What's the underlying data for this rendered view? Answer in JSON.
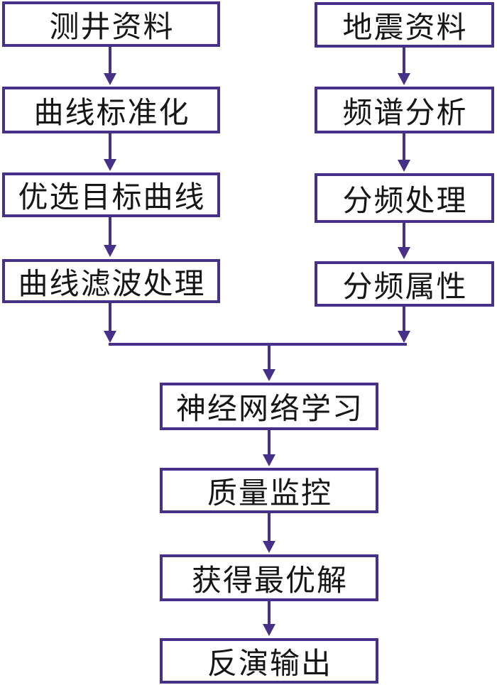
{
  "diagram": {
    "type": "flowchart",
    "language": "zh",
    "background_color": "#ffffff",
    "line_color": "#46308a",
    "text_color": "#161616",
    "nodes": {
      "left": [
        "测井资料",
        "曲线标准化",
        "优选目标曲线",
        "曲线滤波处理"
      ],
      "right": [
        "地震资料",
        "频谱分析",
        "分频处理",
        "分频属性"
      ],
      "center": [
        "神经网络学习",
        "质量监控",
        "获得最优解",
        "反演输出"
      ]
    },
    "edges": [
      {
        "from": "测井资料",
        "to": "曲线标准化"
      },
      {
        "from": "曲线标准化",
        "to": "优选目标曲线"
      },
      {
        "from": "优选目标曲线",
        "to": "曲线滤波处理"
      },
      {
        "from": "曲线滤波处理",
        "to": "神经网络学习"
      },
      {
        "from": "地震资料",
        "to": "频谱分析"
      },
      {
        "from": "频谱分析",
        "to": "分频处理"
      },
      {
        "from": "分频处理",
        "to": "分频属性"
      },
      {
        "from": "分频属性",
        "to": "神经网络学习"
      },
      {
        "from": "神经网络学习",
        "to": "质量监控"
      },
      {
        "from": "质量监控",
        "to": "获得最优解"
      },
      {
        "from": "获得最优解",
        "to": "反演输出"
      }
    ]
  }
}
